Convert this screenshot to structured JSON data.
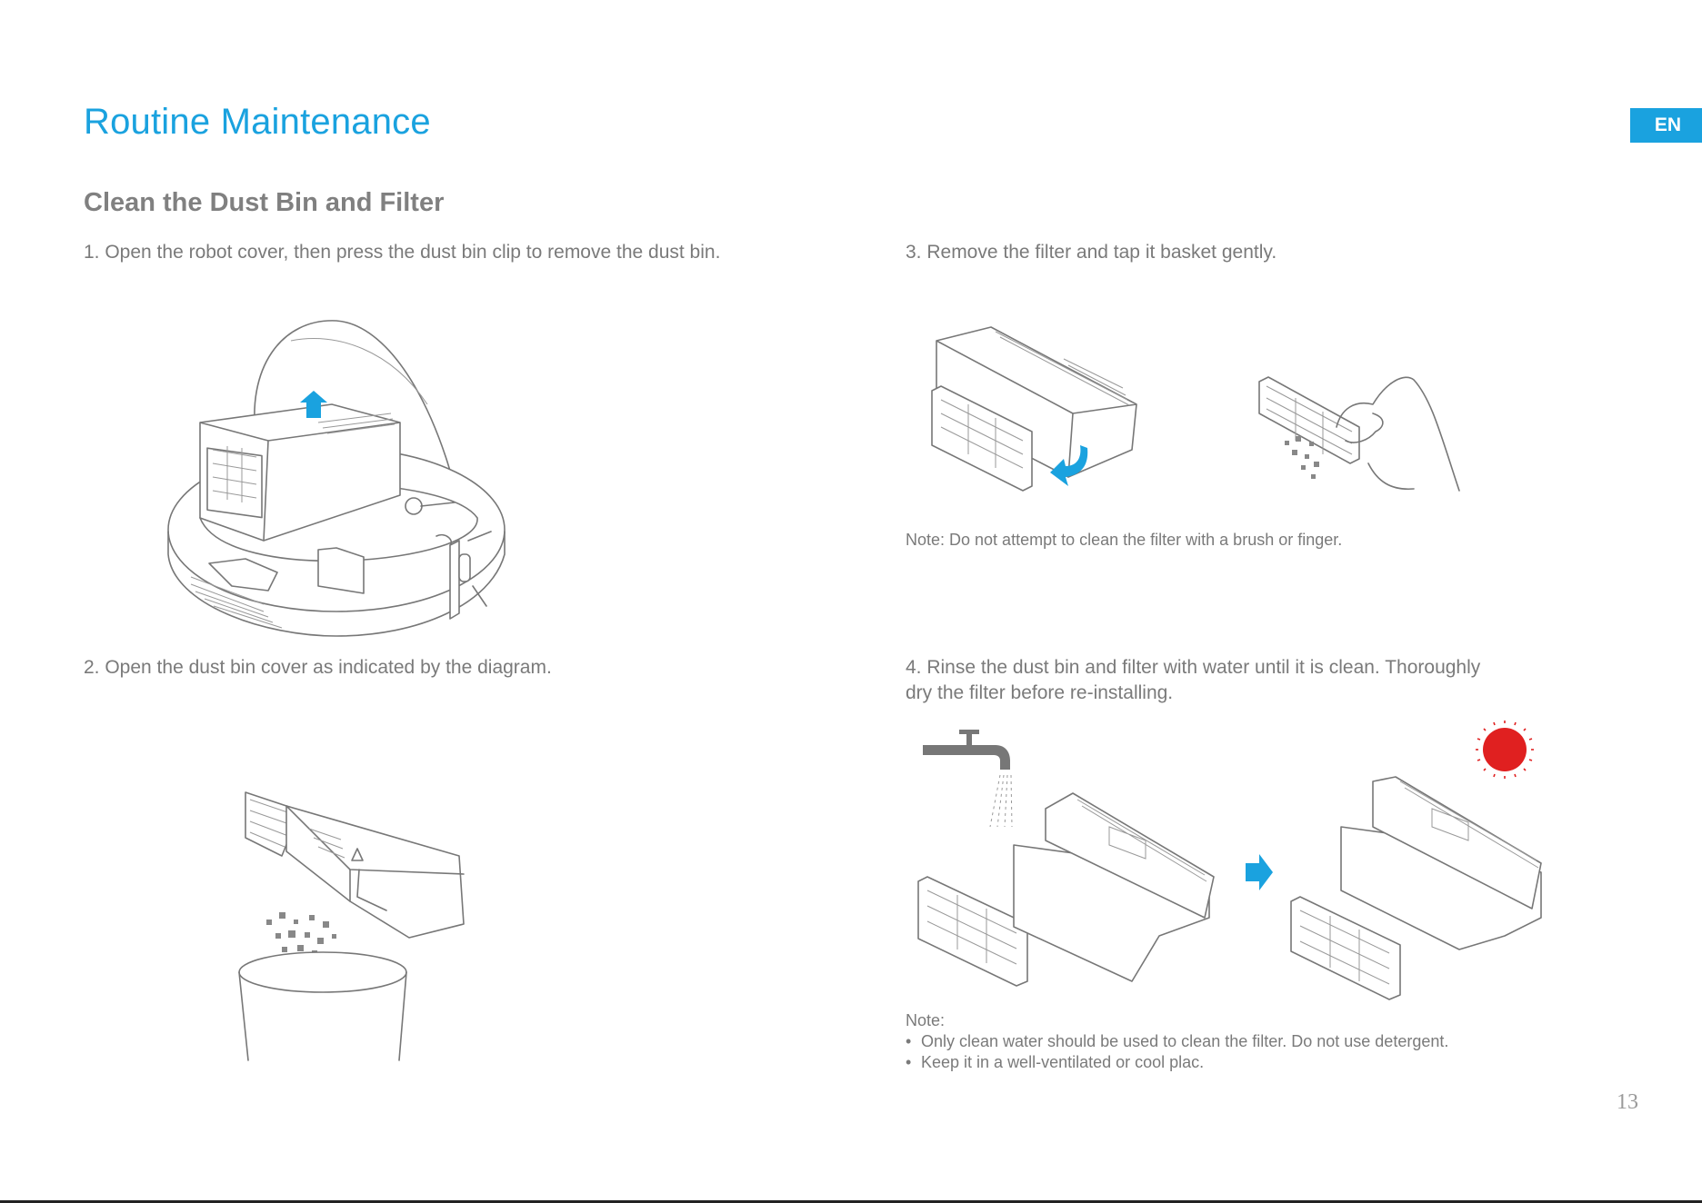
{
  "header": {
    "title": "Routine Maintenance",
    "lang": "EN"
  },
  "section": {
    "title": "Clean the Dust Bin and Filter"
  },
  "steps": [
    {
      "text": "1. Open the robot cover, then press the dust bin clip to remove the dust bin."
    },
    {
      "text": "2. Open the dust bin cover as indicated by the diagram."
    },
    {
      "text": "3. Remove the filter and tap it basket gently."
    },
    {
      "line1": "4. Rinse the dust bin and filter with water until it is clean. Thoroughly",
      "line2": "dry the filter before re-installing."
    }
  ],
  "notes": {
    "note1": "Note: Do not attempt to clean the filter with a brush or finger.",
    "note2_label": "Note:",
    "note2_items": [
      "Only clean water should be used to clean the filter. Do not use detergent.",
      "Keep it in a well-ventilated or cool plac."
    ]
  },
  "page_number": "13",
  "colors": {
    "accent": "#1aa2df",
    "sun": "#e02020",
    "text": "#7a7a7a"
  }
}
